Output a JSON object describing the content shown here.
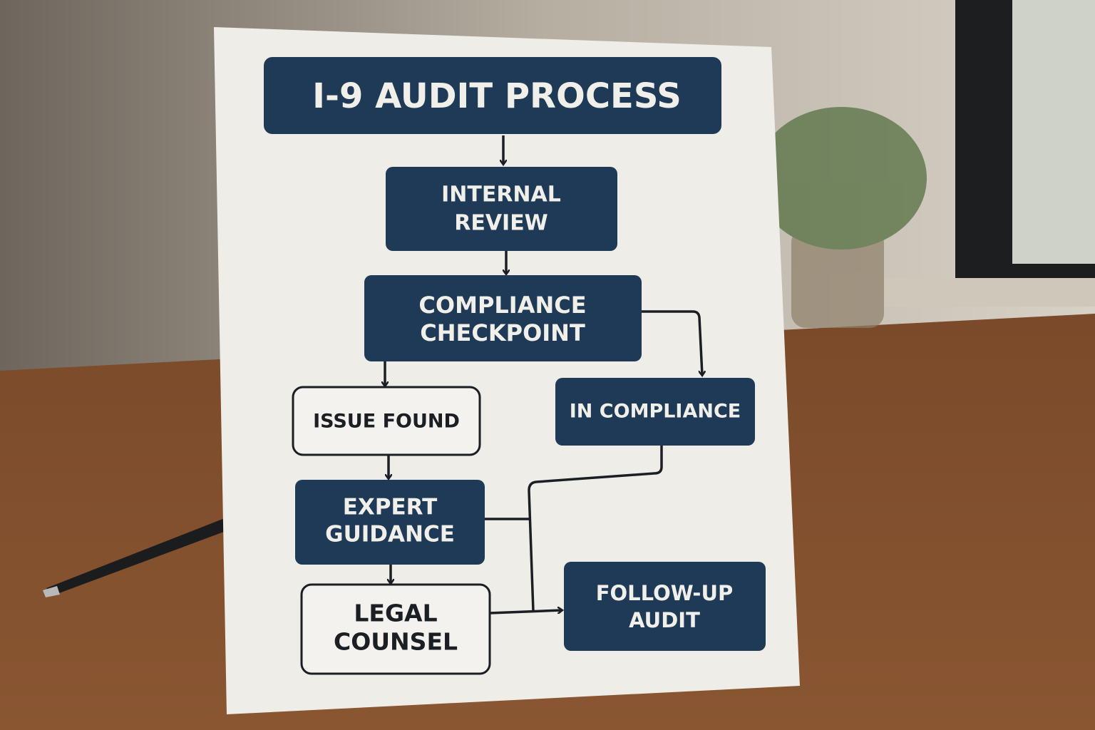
{
  "diagram": {
    "title": "I-9 AUDIT PROCESS",
    "nodes": {
      "internal_review": [
        "INTERNAL",
        "REVIEW"
      ],
      "compliance_checkpoint": [
        "COMPLIANCE",
        "CHECKPOINT"
      ],
      "issue_found": "ISSUE FOUND",
      "in_compliance": "IN COMPLIANCE",
      "expert_guidance": [
        "EXPERT",
        "GUIDANCE"
      ],
      "legal_counsel": [
        "LEGAL",
        "COUNSEL"
      ],
      "follow_up_audit": [
        "FOLLOW-UP",
        "AUDIT"
      ]
    },
    "edges": [
      [
        "title",
        "internal_review"
      ],
      [
        "internal_review",
        "compliance_checkpoint"
      ],
      [
        "compliance_checkpoint",
        "issue_found"
      ],
      [
        "compliance_checkpoint",
        "in_compliance"
      ],
      [
        "issue_found",
        "expert_guidance"
      ],
      [
        "expert_guidance",
        "legal_counsel"
      ],
      [
        "expert_guidance",
        "follow_up_audit"
      ],
      [
        "in_compliance",
        "follow_up_audit"
      ],
      [
        "legal_counsel",
        "follow_up_audit"
      ]
    ]
  },
  "colors": {
    "navy": "#1f3a56",
    "card": "#efede8",
    "line": "#1b1f24"
  }
}
